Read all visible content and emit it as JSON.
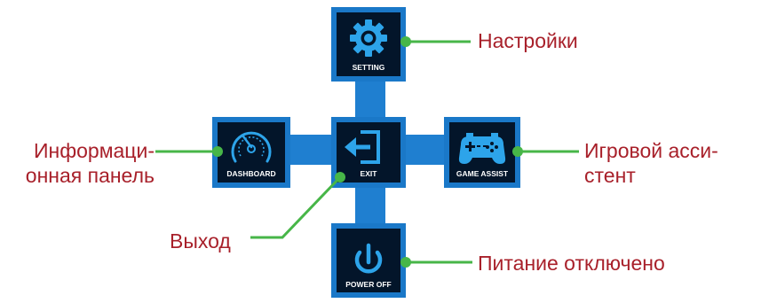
{
  "colors": {
    "frame": "#1f7fd0",
    "tile_bg": "#03152a",
    "tile_border": "#1a78c8",
    "icon": "#2da4ea",
    "leader": "#47b648",
    "callout_text": "#a8202a"
  },
  "tiles": {
    "setting": {
      "label": "SETTING",
      "icon": "gear-icon"
    },
    "dashboard": {
      "label": "DASHBOARD",
      "icon": "speedometer-icon"
    },
    "exit": {
      "label": "EXIT",
      "icon": "exit-arrow-icon"
    },
    "game_assist": {
      "label": "GAME ASSIST",
      "icon": "gamepad-icon"
    },
    "power_off": {
      "label": "POWER OFF",
      "icon": "power-icon"
    }
  },
  "callouts": {
    "setting": "Настройки",
    "dashboard_line1": "Информаци-",
    "dashboard_line2": "онная панель",
    "game_assist_line1": "Игровой асси-",
    "game_assist_line2": "стент",
    "exit": "Выход",
    "power_off": "Питание отключено"
  }
}
